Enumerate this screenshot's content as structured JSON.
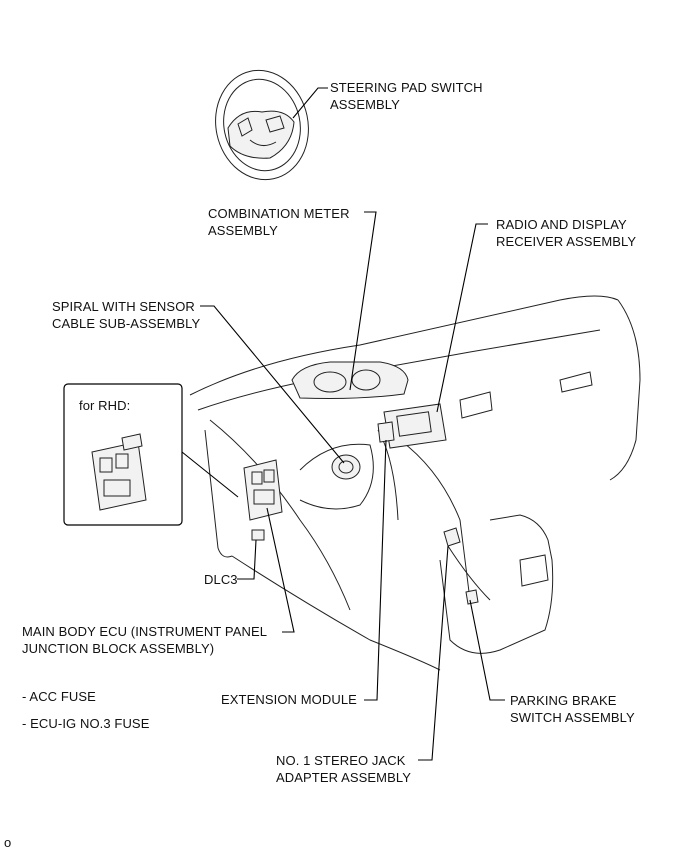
{
  "labels": {
    "steering_pad": [
      "STEERING PAD SWITCH",
      "ASSEMBLY"
    ],
    "combination_meter": [
      "COMBINATION METER",
      "ASSEMBLY"
    ],
    "radio": [
      "RADIO AND DISPLAY",
      "RECEIVER ASSEMBLY"
    ],
    "spiral": [
      "SPIRAL WITH SENSOR",
      "CABLE SUB-ASSEMBLY"
    ],
    "rhd": "for RHD:",
    "dlc3": "DLC3",
    "main_body_ecu": [
      "MAIN BODY ECU (INSTRUMENT PANEL",
      "JUNCTION BLOCK ASSEMBLY)"
    ],
    "extension_module": "EXTENSION MODULE",
    "parking_brake": [
      "PARKING BRAKE",
      "SWITCH ASSEMBLY"
    ],
    "fuses": [
      "- ACC FUSE",
      "- ECU-IG NO.3 FUSE"
    ],
    "stereo_jack": [
      "NO. 1 STEREO JACK",
      "ADAPTER ASSEMBLY"
    ],
    "corner_mark": "o"
  }
}
